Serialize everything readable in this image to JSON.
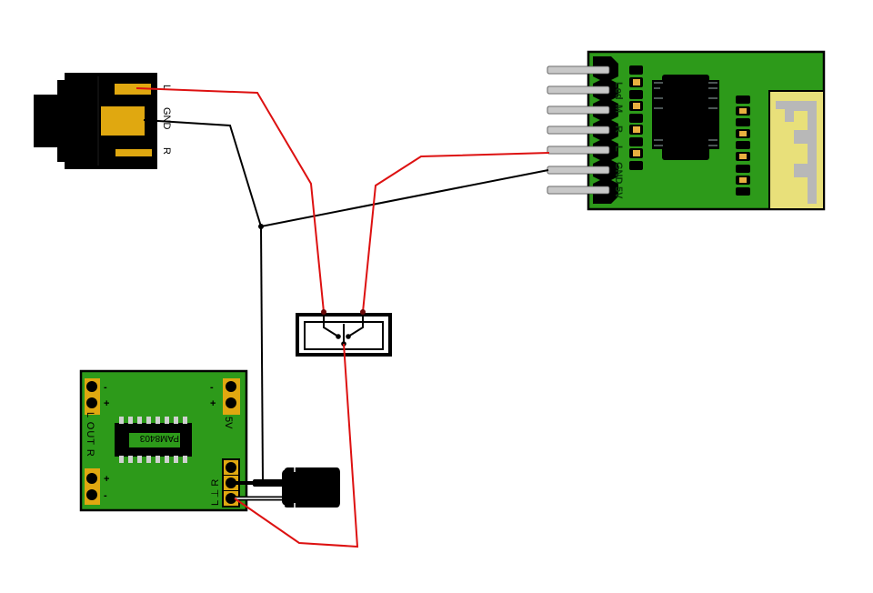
{
  "diagram": {
    "description": "Wiring diagram: Bluetooth audio receiver module to PAM8403 amplifier via audio jack, switch and capacitor",
    "colors": {
      "pcb_green": "#2d9a1a",
      "pcb_outline": "#000000",
      "gold_pad": "#e0a810",
      "wire_red": "#dd1111",
      "wire_black": "#000000",
      "antenna_yellow": "#e8e07a",
      "antenna_trace": "#b8b8b8",
      "pin_grey": "#c8c8c8"
    },
    "components": {
      "audio_jack": {
        "name": "3.5mm audio jack",
        "pins": [
          "L",
          "GND",
          "R"
        ]
      },
      "bt_module": {
        "name": "Bluetooth audio module",
        "pins": [
          "Led",
          "M",
          "R",
          "L",
          "GND",
          "5V"
        ]
      },
      "switch": {
        "name": "slide switch"
      },
      "amplifier": {
        "name": "PAM8403 amplifier board",
        "chip_label": "PAM8403",
        "output_label": "L OUT R",
        "power_label": "5V",
        "input_label": "L ⊥ R",
        "plus": "+",
        "minus": "-"
      },
      "capacitor": {
        "name": "electrolytic capacitor"
      }
    },
    "wires": [
      {
        "color": "red",
        "from": "audio_jack.L",
        "to": "switch.left_terminal"
      },
      {
        "color": "black",
        "from": "audio_jack.GND",
        "to": "junction"
      },
      {
        "color": "black",
        "from": "bt_module.GND",
        "to": "junction"
      },
      {
        "color": "black",
        "from": "junction",
        "to": "capacitor"
      },
      {
        "color": "red",
        "from": "bt_module.L",
        "to": "switch.right_terminal"
      },
      {
        "color": "red",
        "from": "switch.common",
        "to": "amplifier.L_input"
      }
    ]
  }
}
